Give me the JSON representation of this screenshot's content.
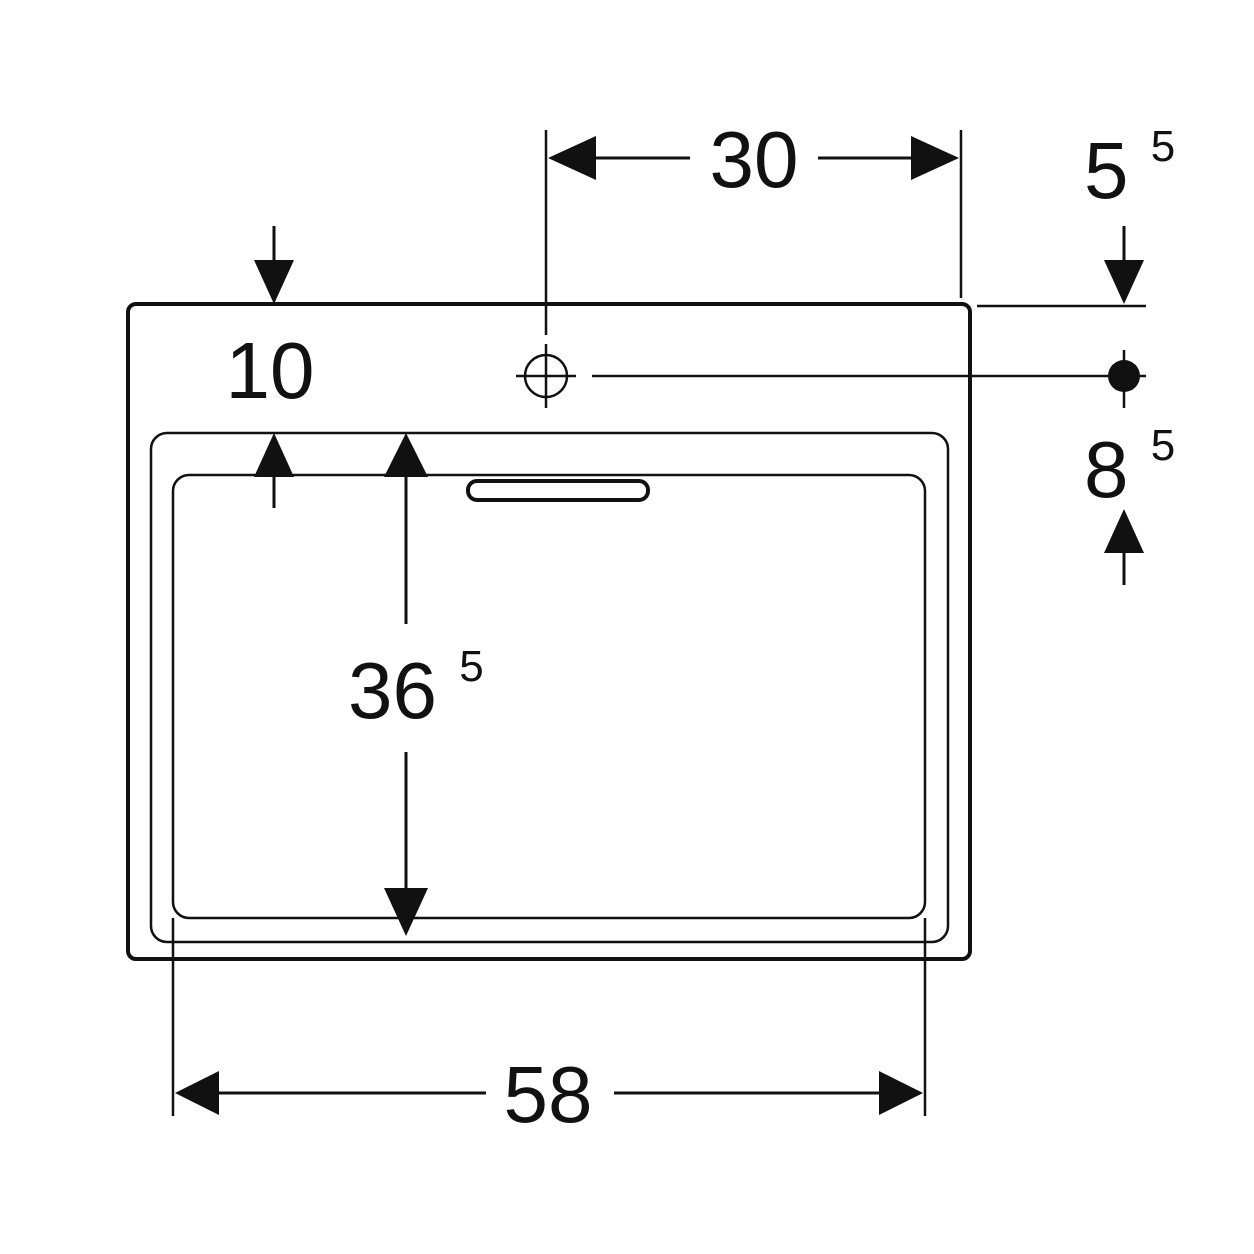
{
  "dimensions": {
    "top_width": {
      "value": "30"
    },
    "right_offset": {
      "main": "5",
      "sup": "5"
    },
    "top_margin": {
      "value": "10"
    },
    "tap_offset": {
      "main": "8",
      "sup": "5"
    },
    "bowl_depth": {
      "main": "36",
      "sup": "5"
    },
    "bowl_width": {
      "value": "58"
    }
  },
  "colors": {
    "line": "#111111",
    "background": "#ffffff"
  }
}
